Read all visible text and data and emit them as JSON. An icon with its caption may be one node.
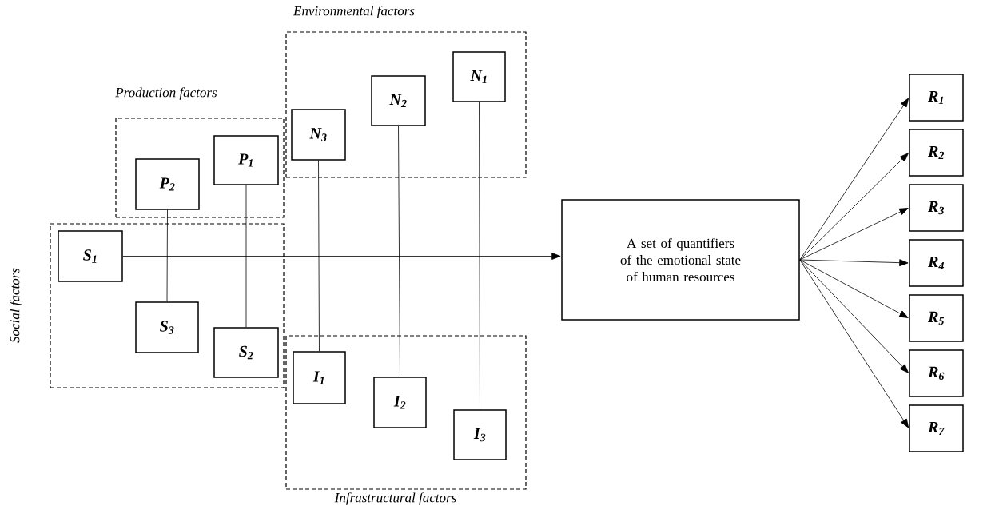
{
  "diagram": {
    "nodes": [
      {
        "text": [
          "Production factors"
        ]
      },
      {
        "text": [
          "P$_{2}$"
        ],
        "in": 0
      },
      {
        "text": [
          "P$_{1}$"
        ],
        "in": 0
      },
      {
        "text": [
          "Environmental factors"
        ]
      },
      {
        "text": [
          "N$_{3}$"
        ],
        "in": 3
      },
      {
        "text": [
          "N$_{2}$"
        ],
        "in": 3
      },
      {
        "text": [
          "N$_{1}$"
        ],
        "in": 3
      },
      {
        "text": [
          "Social factors"
        ]
      },
      {
        "text": [
          "S$_{1}$"
        ],
        "in": 7
      },
      {
        "text": [
          "S$_{3}$"
        ],
        "in": 7
      },
      {
        "text": [
          "S$_{2}$"
        ],
        "in": 7
      },
      {
        "text": [
          "Infrastructural factors"
        ]
      },
      {
        "text": [
          "I$_{1}$"
        ],
        "in": 11
      },
      {
        "text": [
          "I$_{2}$"
        ],
        "in": 11
      },
      {
        "text": [
          "I$_{3}$"
        ],
        "in": 11
      },
      {
        "text": [
          "A set of quantifiers of the emotional state of human resources"
        ]
      },
      {
        "text": [
          "R$_{1}$"
        ]
      },
      {
        "text": [
          "R$_{2}$"
        ]
      },
      {
        "text": [
          "R$_{3}$"
        ]
      },
      {
        "text": [
          "R$_{4}$"
        ]
      },
      {
        "text": [
          "R$_{5}$"
        ]
      },
      {
        "text": [
          "R$_{6}$"
        ]
      },
      {
        "text": [
          "R$_{7}$"
        ]
      }
    ],
    "edges": [
      {
        "from": 8,
        "to": 15,
        "arrow": "to"
      },
      {
        "from": 1,
        "to": 9,
        "arrow": "none"
      },
      {
        "from": 2,
        "to": 10,
        "arrow": "none"
      },
      {
        "from": 4,
        "to": 12,
        "arrow": "none"
      },
      {
        "from": 5,
        "to": 13,
        "arrow": "none"
      },
      {
        "from": 6,
        "to": 14,
        "arrow": "none"
      },
      {
        "from": 15,
        "to": 16,
        "arrow": "to"
      },
      {
        "from": 15,
        "to": 17,
        "arrow": "to"
      },
      {
        "from": 15,
        "to": 18,
        "arrow": "to"
      },
      {
        "from": 15,
        "to": 19,
        "arrow": "to"
      },
      {
        "from": 15,
        "to": 20,
        "arrow": "to"
      },
      {
        "from": 15,
        "to": 21,
        "arrow": "to"
      },
      {
        "from": 15,
        "to": 22,
        "arrow": "to"
      }
    ]
  }
}
